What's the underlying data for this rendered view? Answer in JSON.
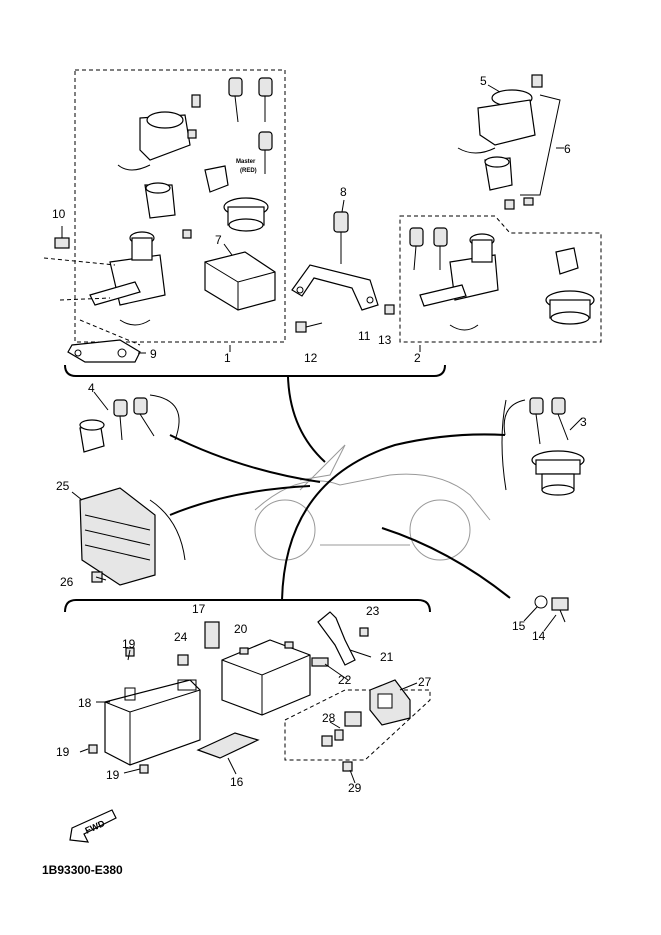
{
  "diagram_code": "1B93300-E380",
  "master_key_note": [
    "Master",
    "(RED)"
  ],
  "fwd_label": "FWD",
  "callouts": {
    "n1": "1",
    "n2": "2",
    "n3": "3",
    "n4": "4",
    "n5": "5",
    "n6": "6",
    "n7": "7",
    "n8": "8",
    "n9": "9",
    "n10": "10",
    "n11": "11",
    "n12": "12",
    "n13": "13",
    "n14": "14",
    "n15": "15",
    "n16": "16",
    "n17": "17",
    "n18": "18",
    "n19a": "19",
    "n19b": "19",
    "n19c": "19",
    "n20": "20",
    "n21": "21",
    "n22": "22",
    "n23": "23",
    "n24": "24",
    "n25": "25",
    "n26": "26",
    "n27": "27",
    "n28": "28",
    "n29": "29"
  }
}
